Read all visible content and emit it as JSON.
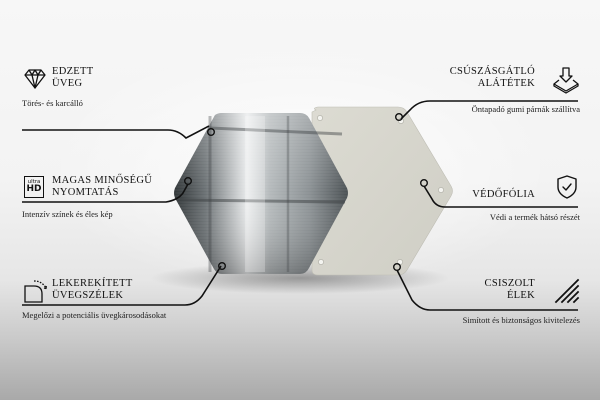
{
  "colors": {
    "background_top": "#f5f5f5",
    "background_bottom": "#a9a9a9",
    "line": "#111111",
    "glass_hex_dark": "#3d4244",
    "glass_hex_light": "#d9dcdd",
    "backing_hex": "#d9d8cf"
  },
  "features": {
    "left": [
      {
        "icon": "diamond-icon",
        "title_line1": "EDZETT",
        "title_line2": "ÜVEG",
        "description": "Törés- és karcálló"
      },
      {
        "icon": "ultra-hd-icon",
        "icon_text_top": "ultra",
        "icon_text_bottom": "HD",
        "title_line1": "MAGAS MINŐSÉGŰ",
        "title_line2": "NYOMTATÁS",
        "description": "Intenzív színek és éles kép"
      },
      {
        "icon": "rounded-corner-icon",
        "title_line1": "LEKEREKÍTETT",
        "title_line2": "ÜVEGSZÉLEK",
        "description": "Megelőzi a potenciális üvegkárosodásokat"
      }
    ],
    "right": [
      {
        "icon": "non-slip-pad-icon",
        "title_line1": "CSÚSZÁSGÁTLÓ",
        "title_line2": "ALÁTÉTEK",
        "description": "Öntapadó gumi párnák szállítva"
      },
      {
        "icon": "shield-check-icon",
        "title_line1": "VÉDŐFÓLIA",
        "title_line2": "",
        "description": "Védi a termék hátsó részét"
      },
      {
        "icon": "polished-edge-icon",
        "title_line1": "CSISZOLT",
        "title_line2": "ÉLEK",
        "description": "Simított és biztonságos kivitelezés"
      }
    ]
  }
}
